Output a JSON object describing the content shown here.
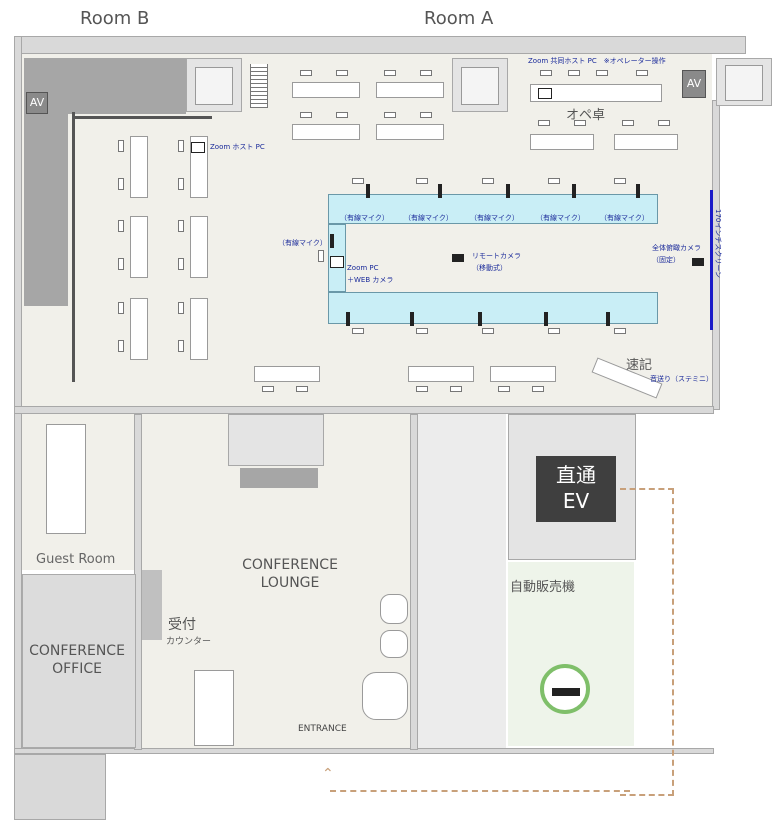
{
  "titles": {
    "room_b": "Room B",
    "room_a": "Room A"
  },
  "av_left": "AV",
  "av_right": "AV",
  "zoom_shared_pc": "Zoom 共同ホスト PC　※オペレーター操作",
  "ope_desk": "オペ卓",
  "zoom_host_pc": "Zoom ホスト PC",
  "wired_mic": "（有線マイク）",
  "wired_mic_side": "（有線マイク）",
  "zoom_pc_web": "Zoom PC\n＋WEB カメラ",
  "remote_camera": "リモートカメラ\n（移動式）",
  "overview_camera": "全体俯瞰カメラ\n（固定）",
  "screen_label": "170インチスクリーン",
  "stenography": "速記",
  "audio_feed": "音送り（ステミニ）",
  "guest_room": "Guest Room",
  "conference_office": "CONFERENCE\nOFFICE",
  "conference_lounge": "CONFERENCE\nLOUNGE",
  "reception": "受付",
  "reception_counter": "カウンター",
  "entrance": "ENTRANCE",
  "direct_ev": "直通\nEV",
  "vending": "自動販売機",
  "smoking_icon": "smoking-area-icon",
  "colors": {
    "table_blue": "#c9eef6",
    "screen_blue": "#1a1ac8",
    "ev": "#3f3f3f",
    "smoking_green": "#7fbf6a"
  }
}
